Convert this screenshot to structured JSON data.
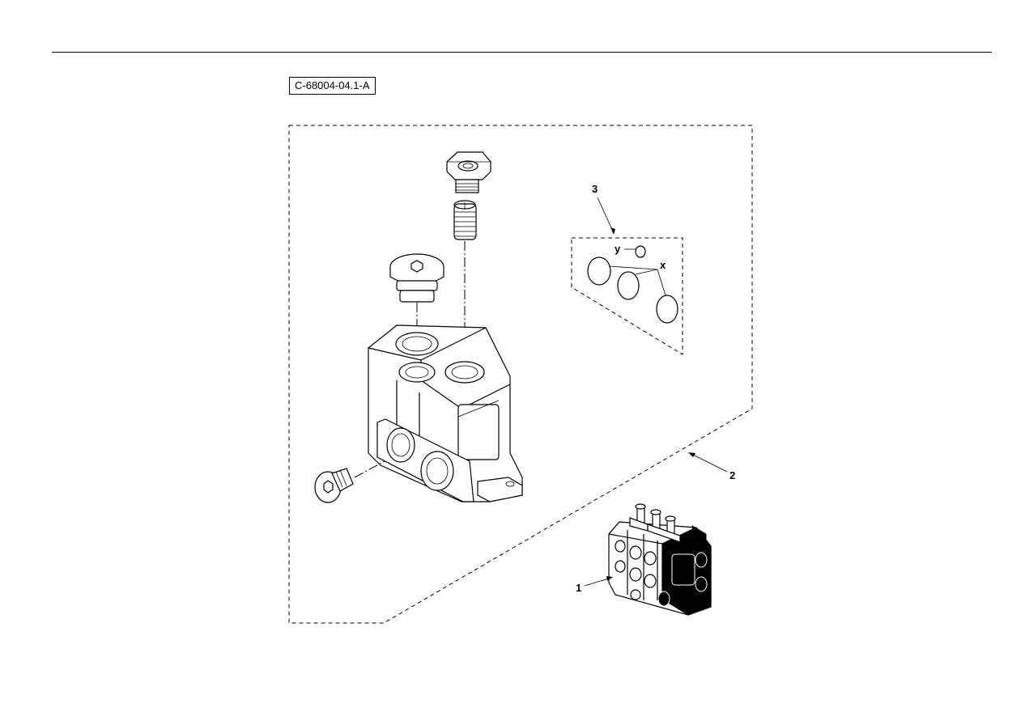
{
  "figure": {
    "id_label": "C-68004-04.1-A"
  },
  "callouts": [
    {
      "number": "1",
      "part": "control-valve-assembly"
    },
    {
      "number": "2",
      "part": "inlet-cover-kit"
    },
    {
      "number": "3",
      "part": "seal-kit"
    }
  ],
  "seal_kit_labels": {
    "small_ring": "y",
    "large_rings": "x"
  }
}
